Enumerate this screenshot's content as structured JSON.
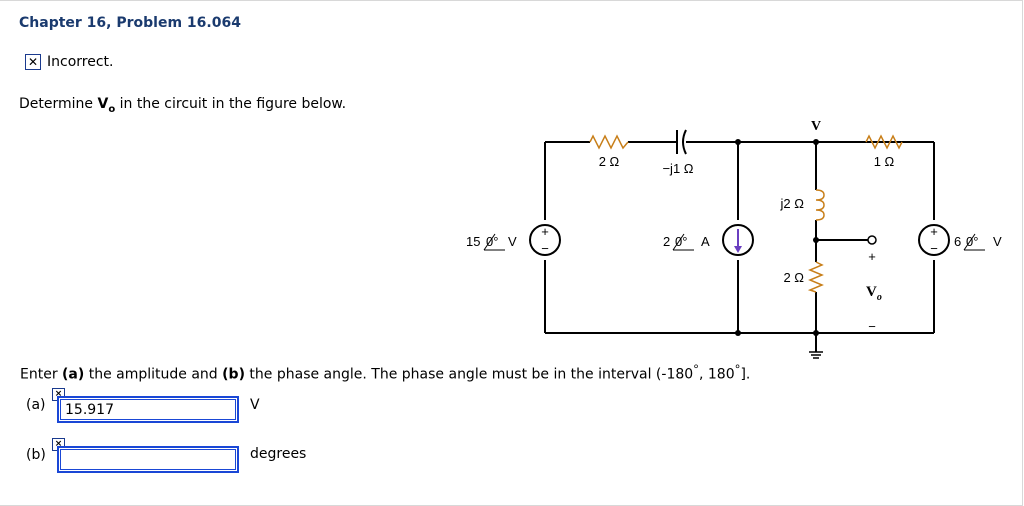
{
  "title": "Chapter 16, Problem 16.064",
  "status": {
    "icon": "x-mark-icon",
    "text": "Incorrect."
  },
  "prompt": {
    "pre": "Determine ",
    "var": "V",
    "sub": "o",
    "post": " in the circuit in the figure below."
  },
  "circuit": {
    "r1": "2 Ω",
    "cap": "−j1 Ω",
    "ind": "j2 Ω",
    "r2": "2 Ω",
    "r3": "1 Ω",
    "src_left": "15",
    "src_left_angle": "0°",
    "src_left_unit": "V",
    "src_mid": "2",
    "src_mid_angle": "0°",
    "src_mid_unit": "A",
    "src_right": "6",
    "src_right_angle": "0°",
    "src_right_unit": "V",
    "node_v": "V",
    "vo_plus": "+",
    "vo_minus": "−",
    "vo_label": "V",
    "vo_sub": "o",
    "plus": "+",
    "minus": "−"
  },
  "instruction": {
    "pre": "Enter ",
    "a": "(a)",
    "mid": " the amplitude and ",
    "b": "(b)",
    "post": " the phase angle. The phase angle must be in the interval (-180",
    "deg": "°",
    "sep": ", 180",
    "end": "]."
  },
  "answers": [
    {
      "label": "(a)",
      "value": "15.917",
      "unit": "V",
      "mark": "×"
    },
    {
      "label": "(b)",
      "value": "",
      "unit": "degrees",
      "mark": "×"
    }
  ]
}
